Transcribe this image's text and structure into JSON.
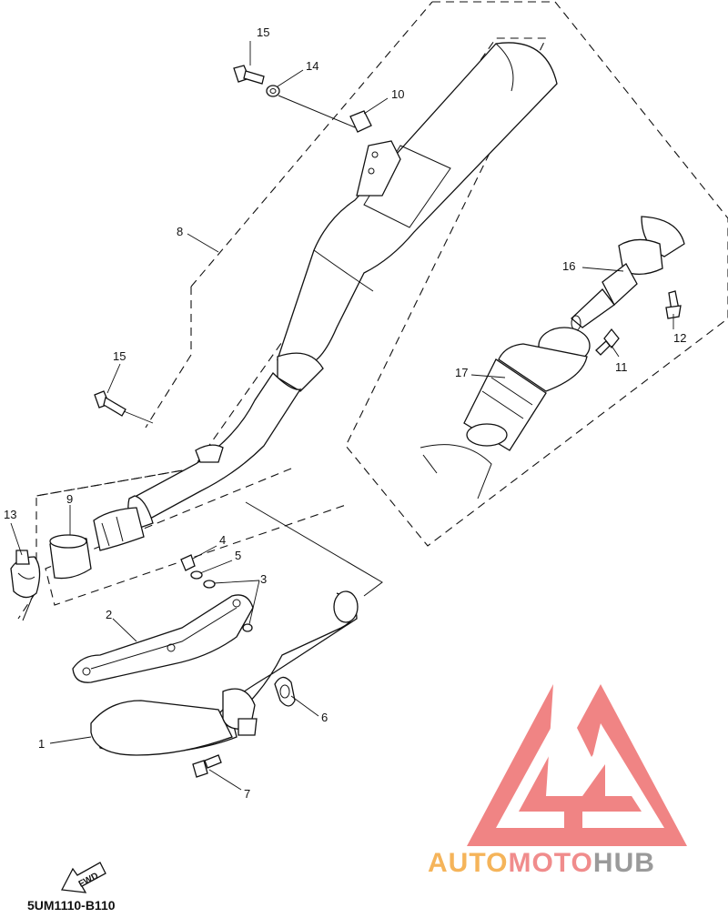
{
  "diagram": {
    "code": "5UM1110-B110",
    "fwd_label": "FWD",
    "callouts": [
      "1",
      "2",
      "3",
      "4",
      "5",
      "6",
      "7",
      "8",
      "9",
      "10",
      "11",
      "12",
      "13",
      "14",
      "15",
      "15",
      "16",
      "17"
    ]
  },
  "watermark": {
    "word_orange": "AUTO",
    "word_red": "MOTO",
    "word_gray": "HUB",
    "color_orange": "#f5b45a",
    "color_red": "#f08c8c",
    "color_gray": "#9a9a9a",
    "logo_color": "#ee6f6f"
  }
}
